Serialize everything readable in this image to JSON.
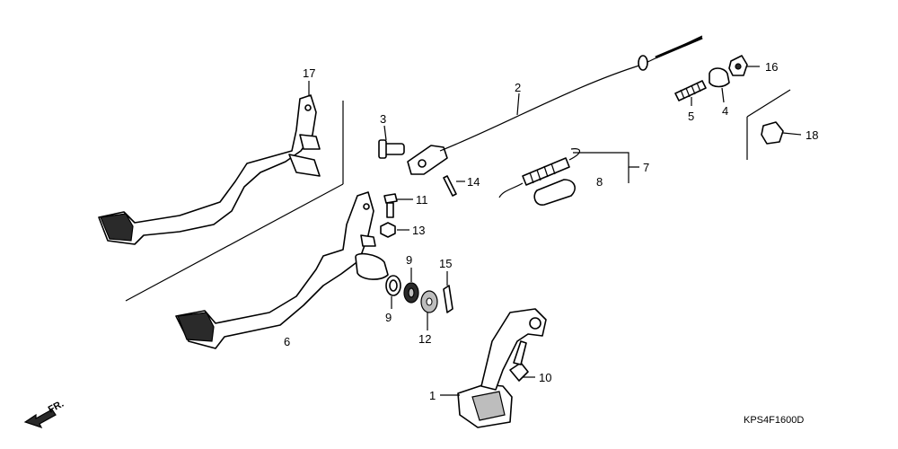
{
  "callouts": [
    {
      "id": "17",
      "label": "17"
    },
    {
      "id": "3",
      "label": "3"
    },
    {
      "id": "2",
      "label": "2"
    },
    {
      "id": "5",
      "label": "5"
    },
    {
      "id": "4",
      "label": "4"
    },
    {
      "id": "16",
      "label": "16"
    },
    {
      "id": "18",
      "label": "18"
    },
    {
      "id": "7",
      "label": "7"
    },
    {
      "id": "8",
      "label": "8"
    },
    {
      "id": "14",
      "label": "14"
    },
    {
      "id": "11",
      "label": "11"
    },
    {
      "id": "13",
      "label": "13"
    },
    {
      "id": "9a",
      "label": "9"
    },
    {
      "id": "9b",
      "label": "9"
    },
    {
      "id": "15",
      "label": "15"
    },
    {
      "id": "12",
      "label": "12"
    },
    {
      "id": "6",
      "label": "6"
    },
    {
      "id": "1",
      "label": "1"
    },
    {
      "id": "10",
      "label": "10"
    }
  ],
  "front_indicator": {
    "label": "FR.",
    "icon": "front-arrow-icon"
  },
  "diagram_code": "KPS4F1600D"
}
